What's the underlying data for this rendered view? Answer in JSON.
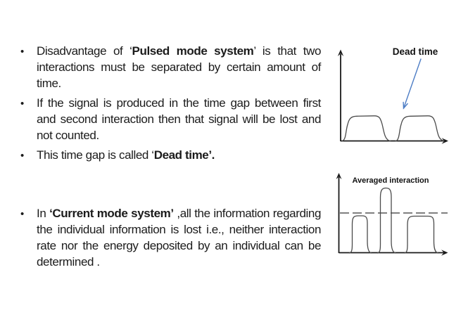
{
  "slide": {
    "background": "#ffffff"
  },
  "colors": {
    "text": "#1b1b1b",
    "curve": "#4a4a4a",
    "axis": "#1a1a1a",
    "dashed_line": "#555555",
    "accent_arrow_blue": "#4d7dc5"
  },
  "list": {
    "bullet_char": "•"
  },
  "content": {
    "bullets_top": [
      {
        "runs": [
          {
            "text": "Disadvantage of ‘"
          },
          {
            "text": "Pulsed mode system",
            "bold": true
          },
          {
            "text": "’ is that two interactions must be separated by certain amount of time."
          }
        ]
      },
      {
        "runs": [
          {
            "text": "If the signal is produced in the time gap between first and second interaction then that signal will be lost and not counted."
          }
        ]
      },
      {
        "runs": [
          {
            "text": "This time gap is called ‘"
          },
          {
            "text": "Dead time’.",
            "bold": true
          }
        ]
      }
    ],
    "bullets_bottom": [
      {
        "runs": [
          {
            "text": "In "
          },
          {
            "text": "‘Current mode system’",
            "bold": true
          },
          {
            "text": " ,all the information regarding the individual information is lost i.e., neither interaction rate nor the energy deposited by an individual can be determined ."
          }
        ]
      }
    ]
  },
  "diagram_dead_time": {
    "label": "Dead time"
  },
  "diagram_averaged": {
    "label": "Averaged interaction"
  }
}
